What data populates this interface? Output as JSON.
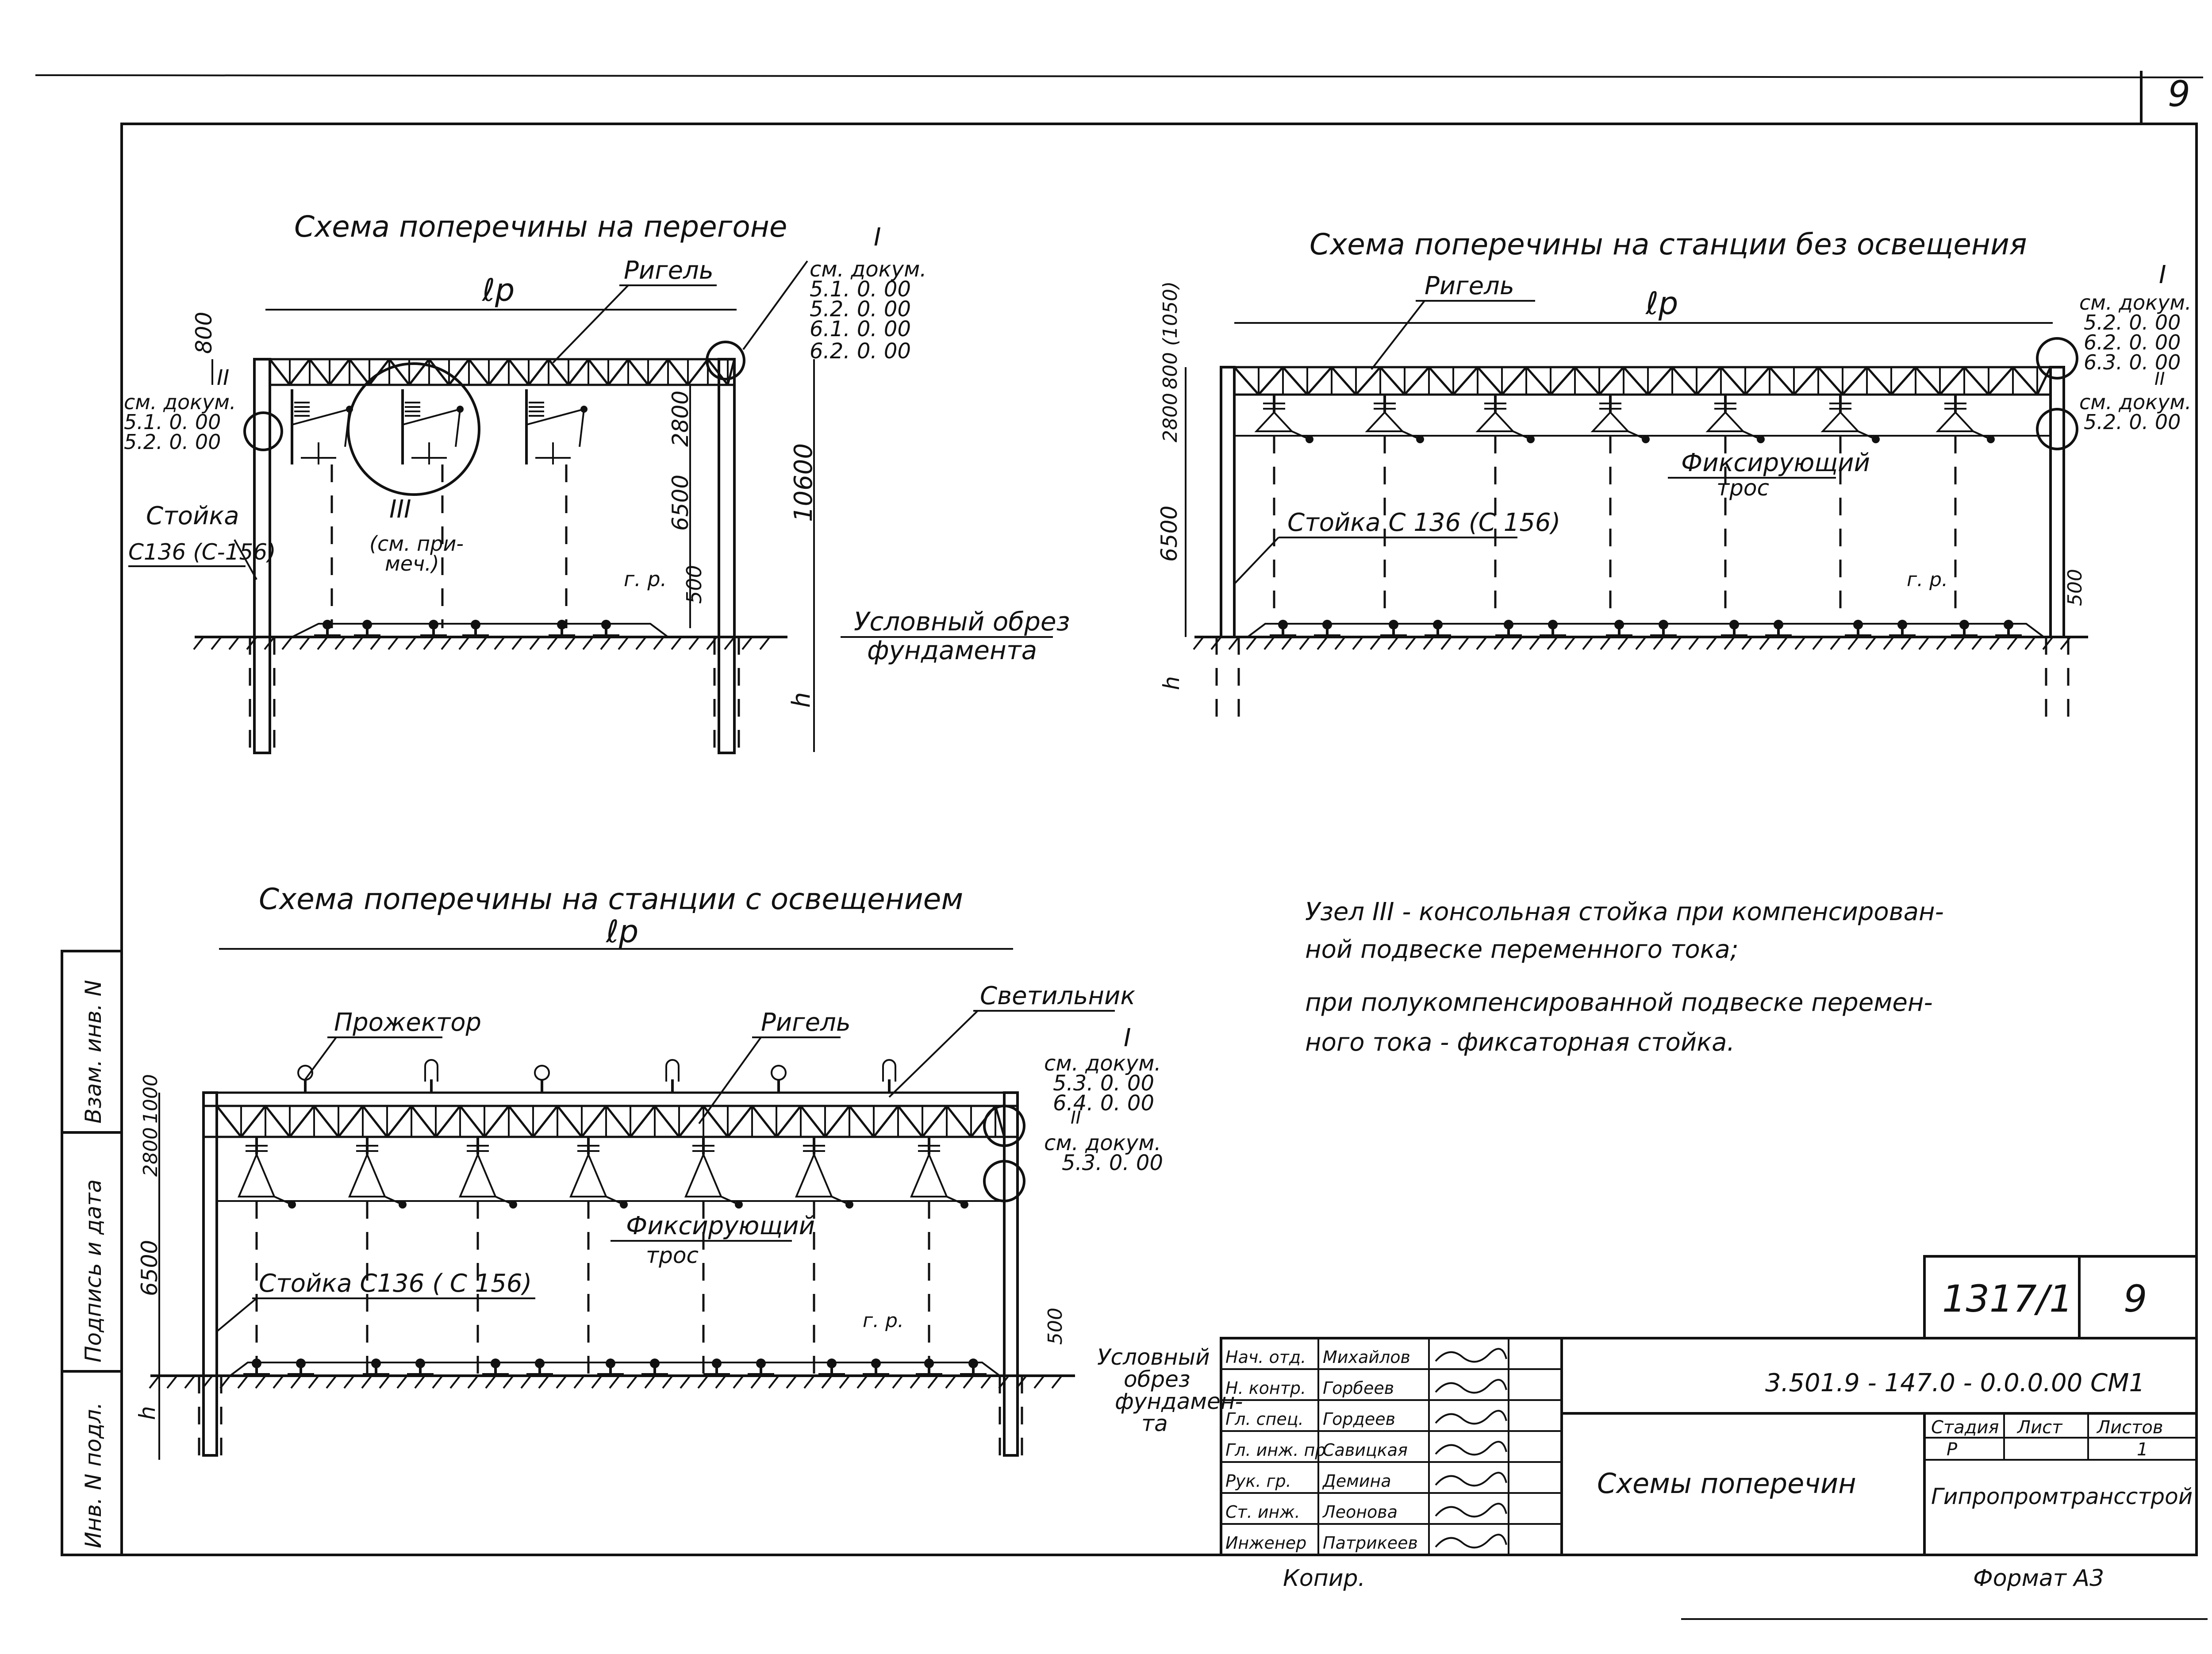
{
  "sheet": {
    "page_number": "9",
    "format_label": "Формат А3",
    "copier_label": "Копир.",
    "side_strip": {
      "inv_podl": "Инв. N подл.",
      "signature_date": "Подпись и дата",
      "vzam_inv": "Взам. инв. N"
    }
  },
  "diagram1": {
    "title": "Схема поперечины на перегоне",
    "span_label": "ℓр",
    "rigel_label": "Ригель",
    "node1_label": "I",
    "node1_refs": [
      "см. докум.",
      "5.1. 0. 00",
      "5.2. 0. 00",
      "6.1. 0. 00",
      "6.2. 0. 00"
    ],
    "node2_label": "II",
    "node2_refs": [
      "см. докум.",
      "5.1. 0. 00",
      "5.2. 0. 00"
    ],
    "node3_label": "III",
    "node3_note": [
      "(см. при-",
      "меч.)"
    ],
    "stoika_label": "Стойка",
    "stoika_type": "С136 (С-156)",
    "dim_800": "800",
    "dim_2800": "2800",
    "dim_6500": "6500",
    "dim_10600": "10600",
    "dim_500": "500",
    "gr_label": "г. р.",
    "cut_label": [
      "Условный обрез",
      "фундамента"
    ],
    "h_label": "h"
  },
  "diagram2": {
    "title": "Схема поперечины на станции без освещения",
    "span_label": "ℓр",
    "rigel_label": "Ригель",
    "node1_label": "I",
    "node1_refs": [
      "см. докум.",
      "5.2. 0. 00",
      "6.2. 0. 00",
      "6.3. 0. 00"
    ],
    "node2_label": "II",
    "node2_refs": [
      "см. докум.",
      "5.2. 0. 00"
    ],
    "dim_800": "800 (1050)",
    "dim_2800": "2800",
    "dim_6500": "6500",
    "dim_500": "500",
    "fix_label": [
      "Фиксирующий",
      "трос"
    ],
    "stoika_label": "Стойка С 136 (С 156)",
    "gr_label": "г. р.",
    "h_label": "h"
  },
  "diagram3": {
    "title": "Схема поперечины на станции с освещением",
    "span_label": "ℓр",
    "projector_label": "Прожектор",
    "rigel_label": "Ригель",
    "lamp_label": "Светильник",
    "node1_label": "I",
    "node1_refs": [
      "см. докум.",
      "5.3. 0. 00",
      "6.4. 0. 00"
    ],
    "node2_label": "II",
    "node2_refs": [
      "см. докум.",
      "5.3. 0. 00"
    ],
    "dim_1000": "1000",
    "dim_2800": "2800",
    "dim_6500": "6500",
    "dim_500": "500",
    "fix_label": [
      "Фиксирующий",
      "трос"
    ],
    "stoika_label": "Стойка С136 ( С 156)",
    "gr_label": "г. р.",
    "cut_label": [
      "Условный",
      "обрез",
      "фундамен-",
      "та"
    ],
    "h_label": "h"
  },
  "note": {
    "lines": [
      "Узел III - консольная стойка при компенсирован-",
      "ной подвеске переменного тока;",
      "при полукомпенсированной подвеске перемен-",
      "ного тока - фиксаторная стойка."
    ]
  },
  "title_block": {
    "album": "1317/1",
    "sheet_no": "9",
    "doc_code": "3.501.9 - 147.0 - 0.0.0.00 СМ1",
    "drawing_title": "Схемы поперечин",
    "stage_header": "Стадия",
    "sheet_header": "Лист",
    "sheets_header": "Листов",
    "stage_value": "Р",
    "sheets_value": "1",
    "organization": "Гипропромтрансстрой",
    "roles": [
      "Нач. отд.",
      "Н. контр.",
      "Гл. спец.",
      "Гл. инж. пр",
      "Рук. гр.",
      "Ст. инж.",
      "Инженер"
    ],
    "names": [
      "Михайлов",
      "Горбеев",
      "Гордеев",
      "Савицкая",
      "Демина",
      "Леонова",
      "Патрикеев"
    ]
  }
}
